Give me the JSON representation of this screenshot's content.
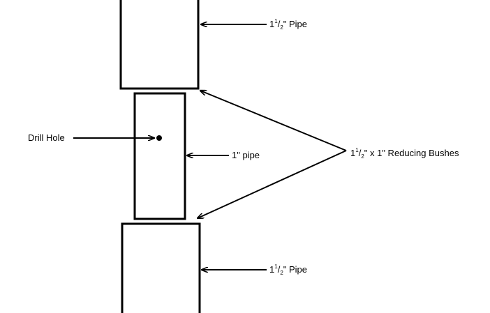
{
  "labels": {
    "top_pipe": {
      "whole": "1",
      "num": "1",
      "den": "2",
      "suffix": "\" Pipe"
    },
    "bottom_pipe": {
      "whole": "1",
      "num": "1",
      "den": "2",
      "suffix": "\" Pipe"
    },
    "drill_hole": "Drill Hole",
    "middle_pipe": "1\" pipe",
    "reducing_bushes": {
      "whole": "1",
      "num": "1",
      "den": "2",
      "suffix": "\" x 1\" Reducing Bushes"
    }
  },
  "colors": {
    "stroke": "#000000",
    "background": "#ffffff"
  }
}
